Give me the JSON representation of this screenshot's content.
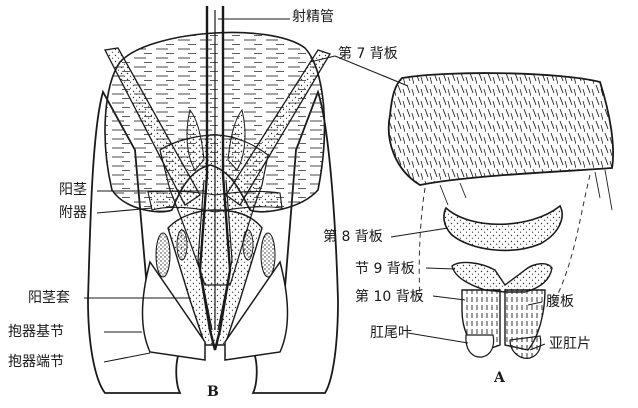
{
  "labels": {
    "ejaculatory_duct": "射精管",
    "tergite7": "第 7 背板",
    "phallus": "阳茎",
    "appendage": "附器",
    "tergite8": "第 8 背板",
    "tergite9": "节 9 背板",
    "tergite10": "第 10 背板",
    "sternite": "腹板",
    "phallotheca": "阳茎套",
    "clasper_base": "抱器基节",
    "cercus": "肛尾叶",
    "paraproct": "亚肛片",
    "clasper_tip": "抱器端节"
  },
  "panels": {
    "a": "A",
    "b": "B"
  }
}
